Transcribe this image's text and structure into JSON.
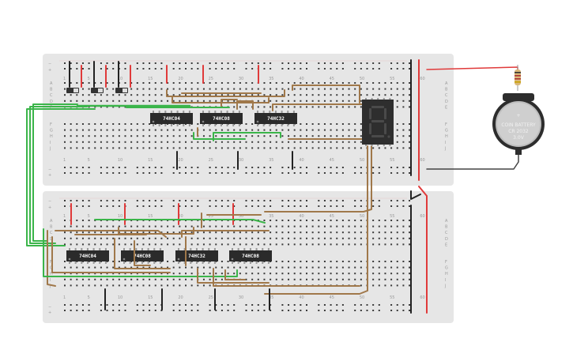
{
  "chips_top": [
    "74HC04",
    "74HC08",
    "74HC32"
  ],
  "chips_bottom": [
    "74HC04",
    "74HC08",
    "74HC32",
    "74HC08"
  ],
  "row_labels": [
    "A",
    "B",
    "C",
    "D",
    "E",
    "F",
    "G",
    "H",
    "I",
    "J"
  ],
  "col_labels_top": [
    "1",
    "5",
    "10",
    "15",
    "20",
    "25",
    "30",
    "35",
    "40",
    "45",
    "50",
    "55",
    "60"
  ],
  "col_labels_bottom": [
    "1",
    "5",
    "10",
    "15",
    "20",
    "25",
    "30",
    "35",
    "40",
    "45",
    "50",
    "55",
    "60"
  ],
  "display": {
    "digit": "8."
  },
  "battery": {
    "line1": "COIN BATTERY",
    "line2": "CR 2032",
    "line3": "3.0V"
  },
  "colors": {
    "board": "#e6e6e6",
    "hole": "#3a3a3a",
    "chip": "#2b2b2b",
    "wire_brown": "#a0784a",
    "wire_green": "#3bb54a",
    "wire_red": "#e03a3a",
    "wire_black": "#222222",
    "rail_red": "#e03a3a",
    "rail_blue": "#3a3af0"
  }
}
